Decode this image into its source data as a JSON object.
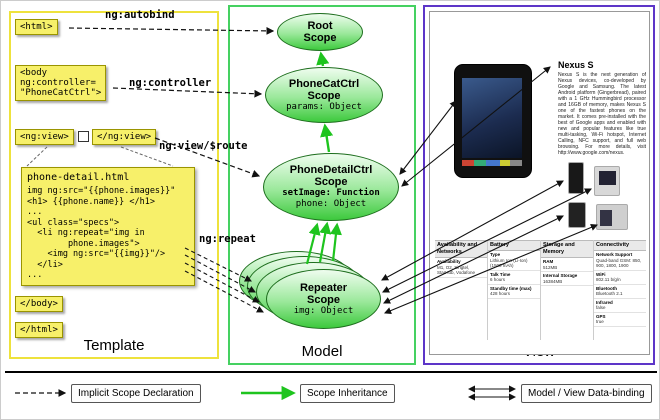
{
  "colors": {
    "template_border": "#eee23c",
    "model_border": "#45d161",
    "view_border": "#5d35c8",
    "chip_bg": "#f7f06a",
    "chip_border": "#9a9400",
    "scope_border": "#1e6e1e",
    "arrow_green": "#1ec41e",
    "arrow_black": "#111111"
  },
  "panels": {
    "template": "Template",
    "model": "Model",
    "view": "View"
  },
  "template": {
    "html_open": "<html>",
    "autobind_label": "ng:autobind",
    "body_open": "<body\nng:controller=\n\"PhoneCatCtrl\">",
    "controller_label": "ng:controller",
    "ngview_open": "<ng:view>",
    "ngview_close": "</ng:view>",
    "view_route_label": "ng:view/$route",
    "repeat_label": "ng:repeat",
    "code_title": "phone-detail.html",
    "code_body": "img ng:src=\"{{phone.images}}\"\n<h1> {{phone.name}} </h1>\n...\n<ul class=\"specs\">\n  <li ng:repeat=\"img in\n        phone.images\">\n    <img ng:src=\"{{img}}\"/>\n  </li>\n...",
    "body_close": "</body>",
    "html_close": "</html>"
  },
  "model": {
    "root": {
      "name": "Root\nScope"
    },
    "phonecat": {
      "name": "PhoneCatCtrl\nScope",
      "prop1": "params: Object"
    },
    "phonedetail": {
      "name": "PhoneDetailCtrl\nScope",
      "prop_bold": "setImage: Function",
      "prop1": "phone: Object"
    },
    "repeater": {
      "name": "Repeater\nScope",
      "prop1": "img: Object"
    }
  },
  "view": {
    "title": "Nexus S",
    "description": "Nexus S is the next generation of Nexus devices, co-developed by Google and Samsung. The latest Android platform (Gingerbread), paired with a 1 GHz Hummingbird processor and 16GB of memory, makes Nexus S one of the fastest phones on the market. It comes pre-installed with the best of Google apps and enabled with new and popular features like true multi-tasking, Wi-Fi hotspot, Internet Calling, NFC support, and full web browsing. For more details, visit http://www.google.com/nexus.",
    "specs": {
      "availability": {
        "header": "Availability and Networks",
        "rows": [
          [
            "Availability",
            "M1, O2, Singtel, StarHub, Vodafone"
          ]
        ]
      },
      "battery": {
        "header": "Battery",
        "rows": [
          [
            "Type",
            "Lithium Ion (Li-Ion) (1500 mAh)"
          ],
          [
            "Talk Time",
            "6 hours"
          ],
          [
            "Standby time (max)",
            "428 hours"
          ]
        ]
      },
      "storage": {
        "header": "Storage and Memory",
        "rows": [
          [
            "RAM",
            "512MB"
          ],
          [
            "Internal Storage",
            "16384MB"
          ]
        ]
      },
      "connectivity": {
        "header": "Connectivity",
        "rows": [
          [
            "Network Support",
            "Quad-band GSM: 850, 900, 1800, 1900"
          ],
          [
            "WiFi",
            "802.11 b/g/n"
          ],
          [
            "Bluetooth",
            "Bluetooth 2.1"
          ],
          [
            "Infrared",
            "false"
          ],
          [
            "GPS",
            "true"
          ]
        ]
      }
    }
  },
  "legend": {
    "implicit": "Implicit Scope Declaration",
    "inheritance": "Scope Inheritance",
    "binding": "Model / View Data-binding"
  }
}
